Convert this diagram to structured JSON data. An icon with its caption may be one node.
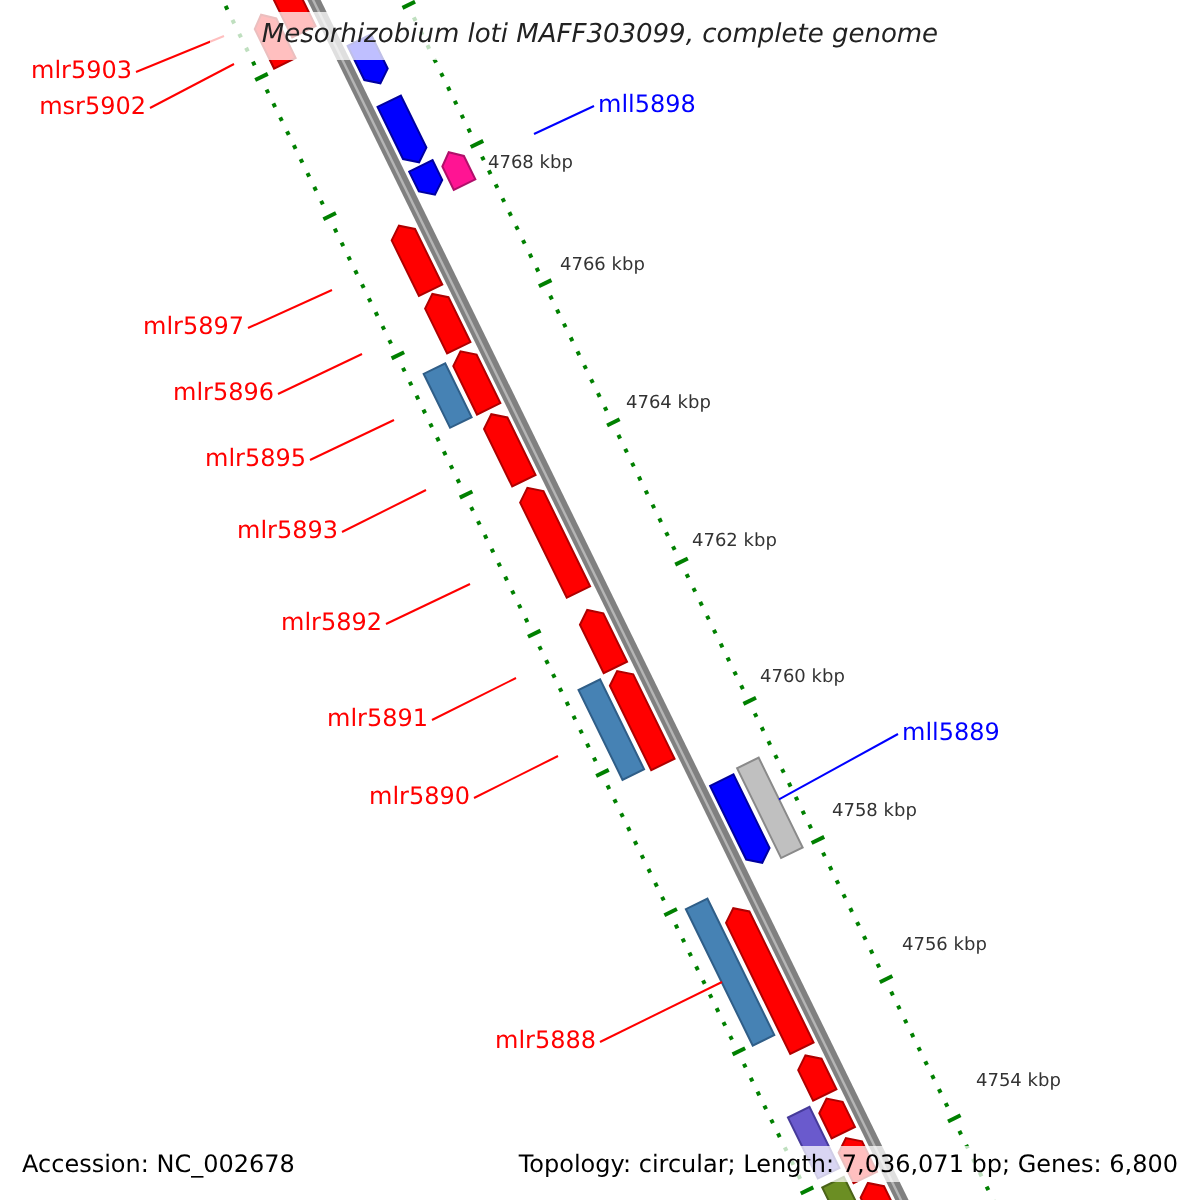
{
  "diagram": {
    "title": "Mesorhizobium loti MAFF303099, complete genome",
    "nodes": [
      {
        "text": [
          "mlr5903"
        ]
      },
      {
        "text": [
          "msr5902"
        ]
      },
      {
        "text": [
          "mll5898"
        ]
      },
      {
        "text": [
          "mlr5897"
        ]
      },
      {
        "text": [
          "mlr5896"
        ]
      },
      {
        "text": [
          "mlr5895"
        ]
      },
      {
        "text": [
          "mlr5893"
        ]
      },
      {
        "text": [
          "mlr5892"
        ]
      },
      {
        "text": [
          "mlr5891"
        ]
      },
      {
        "text": [
          "mll5889"
        ]
      },
      {
        "text": [
          "mlr5890"
        ]
      },
      {
        "text": [
          "mlr5888"
        ]
      },
      {
        "text": [],
        "shape": "bar"
      },
      {
        "text": [],
        "shape": "bar"
      }
    ],
    "edges": [
      {
        "from": 0,
        "to": null,
        "arrow": "none"
      },
      {
        "from": 1,
        "to": null,
        "arrow": "none"
      },
      {
        "from": 2,
        "to": null,
        "arrow": "none",
        "color": "#0000ff"
      },
      {
        "from": 3,
        "to": null,
        "arrow": "none"
      },
      {
        "from": 4,
        "to": null,
        "arrow": "none"
      },
      {
        "from": 5,
        "to": null,
        "arrow": "none"
      },
      {
        "from": 6,
        "to": null,
        "arrow": "none"
      },
      {
        "from": 7,
        "to": null,
        "arrow": "none"
      },
      {
        "from": 8,
        "to": null,
        "arrow": "none"
      },
      {
        "from": 9,
        "to": 13,
        "arrow": "none",
        "color": "#0000ff"
      },
      {
        "from": 10,
        "to": null,
        "arrow": "none"
      },
      {
        "from": 11,
        "to": 12,
        "arrow": "none"
      }
    ],
    "labels": [
      "4768 kbp",
      "4766 kbp",
      "4764 kbp",
      "4762 kbp",
      "4760 kbp",
      "4758 kbp",
      "4756 kbp",
      "4754 kbp",
      "Accession: NC_002678",
      "Topology: circular; Length: 7,036,071 bp; Genes: 6,800"
    ]
  }
}
